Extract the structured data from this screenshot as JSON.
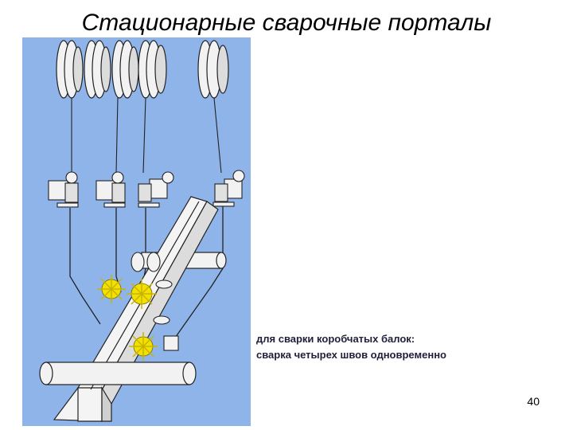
{
  "slide": {
    "title": "Стационарные сварочные порталы",
    "caption_line1": "для сварки коробчатых балок:",
    "caption_line2": "сварка четырех швов одновременно",
    "page_number": "40"
  },
  "colors": {
    "background": "#ffffff",
    "illustration_background": "#8fb4ea",
    "spark": "#f2e000"
  }
}
